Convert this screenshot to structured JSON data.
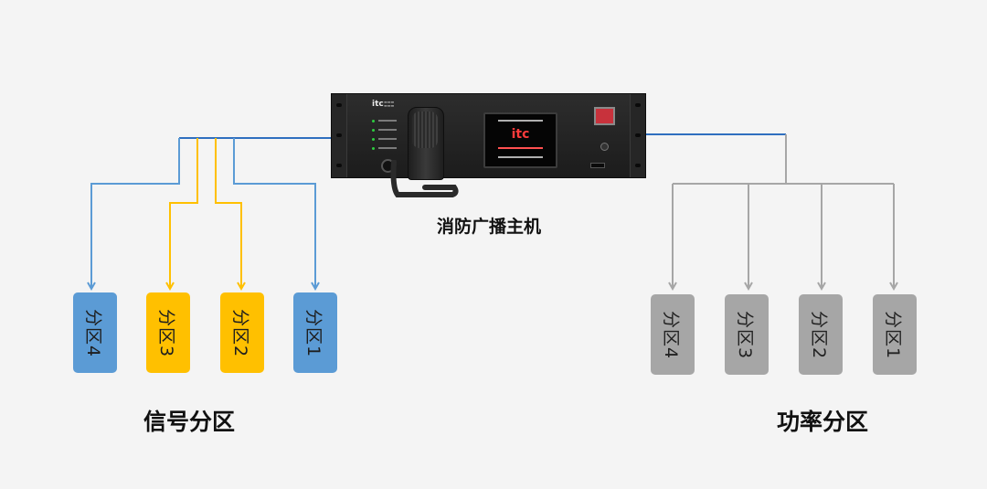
{
  "device": {
    "label": "消防广播主机",
    "logo": "itc",
    "image_name": "fire-broadcast-host-rack-unit"
  },
  "signal_group": {
    "label": "信号分区",
    "zones": [
      {
        "label": "分区4",
        "color": "#5b9bd5"
      },
      {
        "label": "分区3",
        "color": "#ffc000"
      },
      {
        "label": "分区2",
        "color": "#ffc000"
      },
      {
        "label": "分区1",
        "color": "#5b9bd5"
      }
    ]
  },
  "power_group": {
    "label": "功率分区",
    "zones": [
      {
        "label": "分区4",
        "color": "#a6a6a6"
      },
      {
        "label": "分区3",
        "color": "#a6a6a6"
      },
      {
        "label": "分区2",
        "color": "#a6a6a6"
      },
      {
        "label": "分区1",
        "color": "#a6a6a6"
      }
    ]
  },
  "colors": {
    "signal_line_blue": "#5b9bd5",
    "signal_line_yellow": "#ffc000",
    "power_line_grey": "#a6a6a6",
    "bus_blue": "#2f6fbf"
  }
}
